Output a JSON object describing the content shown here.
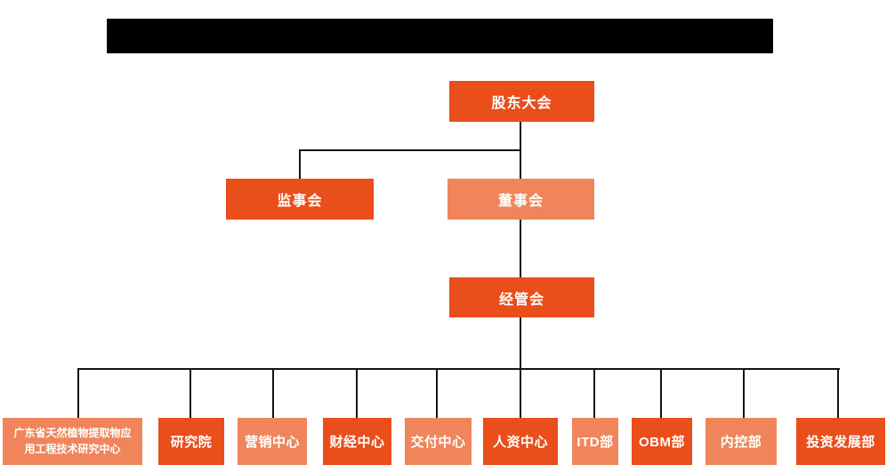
{
  "header": {
    "redacted_title_bar": true,
    "bar_color": "#000000"
  },
  "org_chart": {
    "colors": {
      "primary": "#E94E1B",
      "secondary": "#F0855B",
      "line": "#141414",
      "node_text": "#FFFFFF"
    },
    "nodes": {
      "shareholders_meeting": {
        "label": "股东大会",
        "variant": "primary"
      },
      "supervisory_board": {
        "label": "监事会",
        "variant": "primary"
      },
      "board_of_directors": {
        "label": "董事会",
        "variant": "secondary"
      },
      "management_committee": {
        "label": "经管会",
        "variant": "primary"
      },
      "departments": [
        {
          "label": "广东省天然植物提取物应用工程技术研究中心",
          "variant": "secondary"
        },
        {
          "label": "研究院",
          "variant": "primary"
        },
        {
          "label": "营销中心",
          "variant": "secondary"
        },
        {
          "label": "财经中心",
          "variant": "primary"
        },
        {
          "label": "交付中心",
          "variant": "secondary"
        },
        {
          "label": "人资中心",
          "variant": "primary"
        },
        {
          "label": "ITD部",
          "variant": "secondary"
        },
        {
          "label": "OBM部",
          "variant": "primary"
        },
        {
          "label": "内控部",
          "variant": "secondary"
        },
        {
          "label": "投资发展部",
          "variant": "primary"
        }
      ]
    }
  }
}
